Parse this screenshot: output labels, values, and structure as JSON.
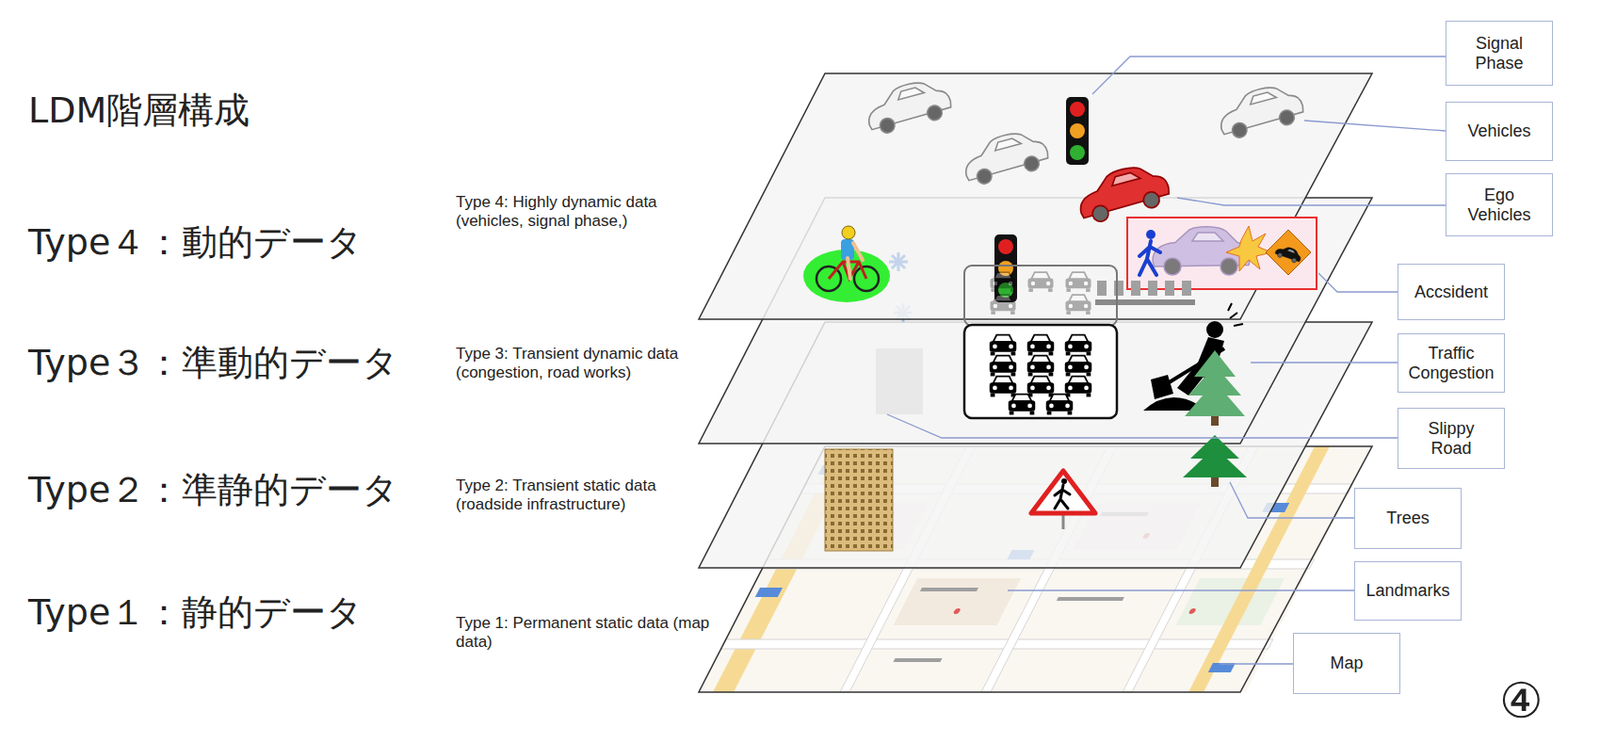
{
  "diagram": {
    "title": "LDM階層構成",
    "nodes": [
      {
        "text": [
          "Signal Phase"
        ]
      },
      {
        "text": [
          "Vehicles"
        ]
      },
      {
        "text": [
          "Ego Vehicles"
        ]
      },
      {
        "text": [
          "Accsident"
        ]
      },
      {
        "text": [
          "Traffic Congestion"
        ]
      },
      {
        "text": [
          "Slippy Road"
        ]
      },
      {
        "text": [
          "Trees"
        ]
      },
      {
        "text": [
          "Landmarks"
        ]
      },
      {
        "text": [
          "Map"
        ]
      }
    ],
    "labels": [
      "Type４：動的データ",
      "Type 4: Highly dynamic data (vehicles, signal phase,)",
      "Type３：準動的データ",
      "Type 3: Transient dynamic data (congestion, road works)",
      "Type２：準静的データ",
      "Type 2: Transient static data (roadside infrastructure)",
      "Type１：静的データ",
      "Type 1: Permanent static data (map data)",
      "④"
    ]
  }
}
